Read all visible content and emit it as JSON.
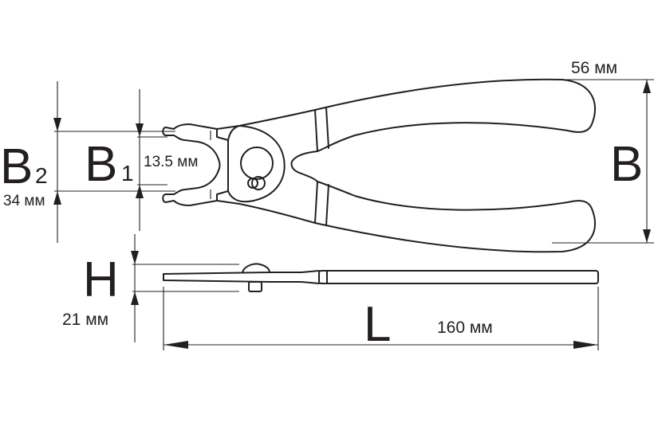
{
  "labels": {
    "b": "B",
    "b1": "B",
    "b1_sub": "1",
    "b2": "B",
    "b2_sub": "2",
    "h": "H",
    "l": "L"
  },
  "measurements": {
    "b": "56 мм",
    "b1": "13.5 мм",
    "b2": "34 мм",
    "h": "21 мм",
    "l": "160 мм"
  },
  "colors": {
    "line": "#231f20",
    "background": "#ffffff"
  }
}
